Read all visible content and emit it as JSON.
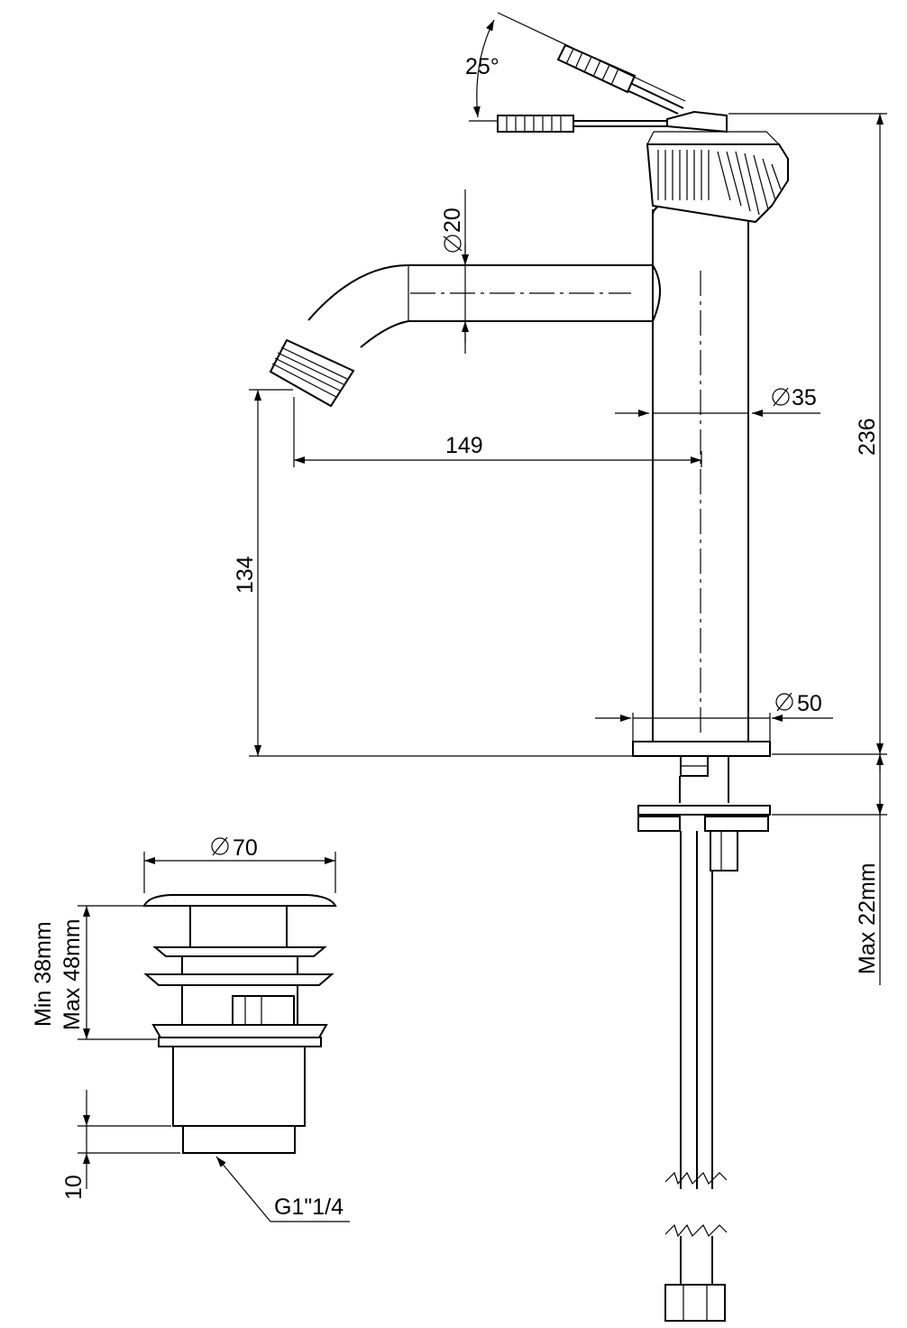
{
  "dimensions": {
    "lever_angle": "25°",
    "spout_diameter": "20",
    "body_diameter": "35",
    "base_diameter": "50",
    "total_height": "236",
    "spout_reach": "149",
    "spout_height": "134",
    "max_deck_thickness": "Max 22mm",
    "waste_diameter": "70",
    "waste_min_height": "Min 38mm",
    "waste_max_height": "Max 48mm",
    "thread_length": "10",
    "thread_size": "G1\"1/4"
  },
  "symbols": {
    "diameter_symbol": "diameter-icon"
  }
}
